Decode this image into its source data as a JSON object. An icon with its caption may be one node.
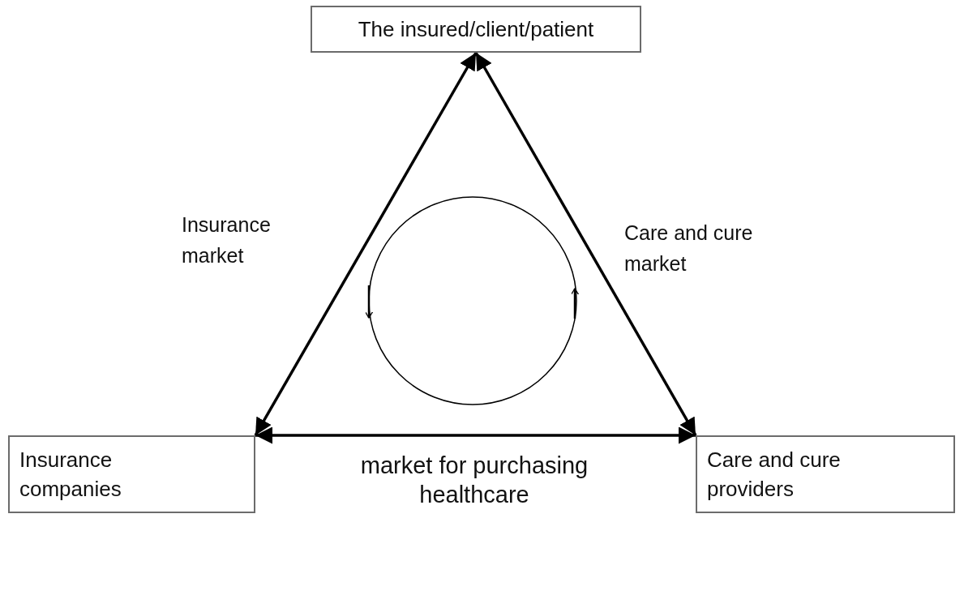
{
  "diagram": {
    "nodes": [
      {
        "text": [
          "The insured/client/patient"
        ]
      },
      {
        "text": [
          "Insurance companies"
        ]
      },
      {
        "text": [
          "Care and cure providers"
        ]
      }
    ],
    "edges": [
      {
        "from": 0,
        "to": 1,
        "arrow": "both",
        "label": "Insurance market"
      },
      {
        "from": 0,
        "to": 2,
        "arrow": "both",
        "label": "Care and cure market"
      },
      {
        "from": 1,
        "to": 2,
        "arrow": "both",
        "label": "market for purchasing healthcare"
      }
    ]
  }
}
